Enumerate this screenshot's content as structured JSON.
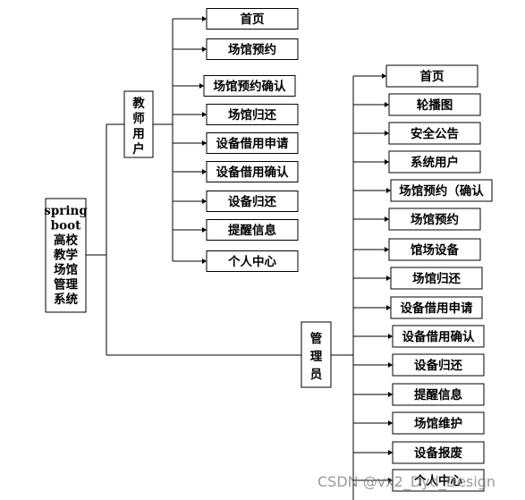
{
  "root": {
    "lines": [
      "spring",
      "boot",
      "高校",
      "教学",
      "场馆",
      "管理",
      "系统"
    ]
  },
  "teacher": {
    "label": [
      "教",
      "师",
      "用",
      "户"
    ],
    "items": [
      "首页",
      "场馆预约",
      "场馆预约确认",
      "场馆归还",
      "设备借用申请",
      "设备借用确认",
      "设备归还",
      "提醒信息",
      "个人中心"
    ]
  },
  "admin": {
    "label": [
      "管",
      "理",
      "员"
    ],
    "items": [
      "首页",
      "轮播图",
      "安全公告",
      "系统用户",
      "场馆预约（确认",
      "场馆预约",
      "馆场设备",
      "场馆归还",
      "设备借用申请",
      "设备借用确认",
      "设备归还",
      "提醒信息",
      "场馆维护",
      "设备报废",
      "个人中心"
    ]
  },
  "watermark": "CSDN @vx2_Dyd_Design"
}
